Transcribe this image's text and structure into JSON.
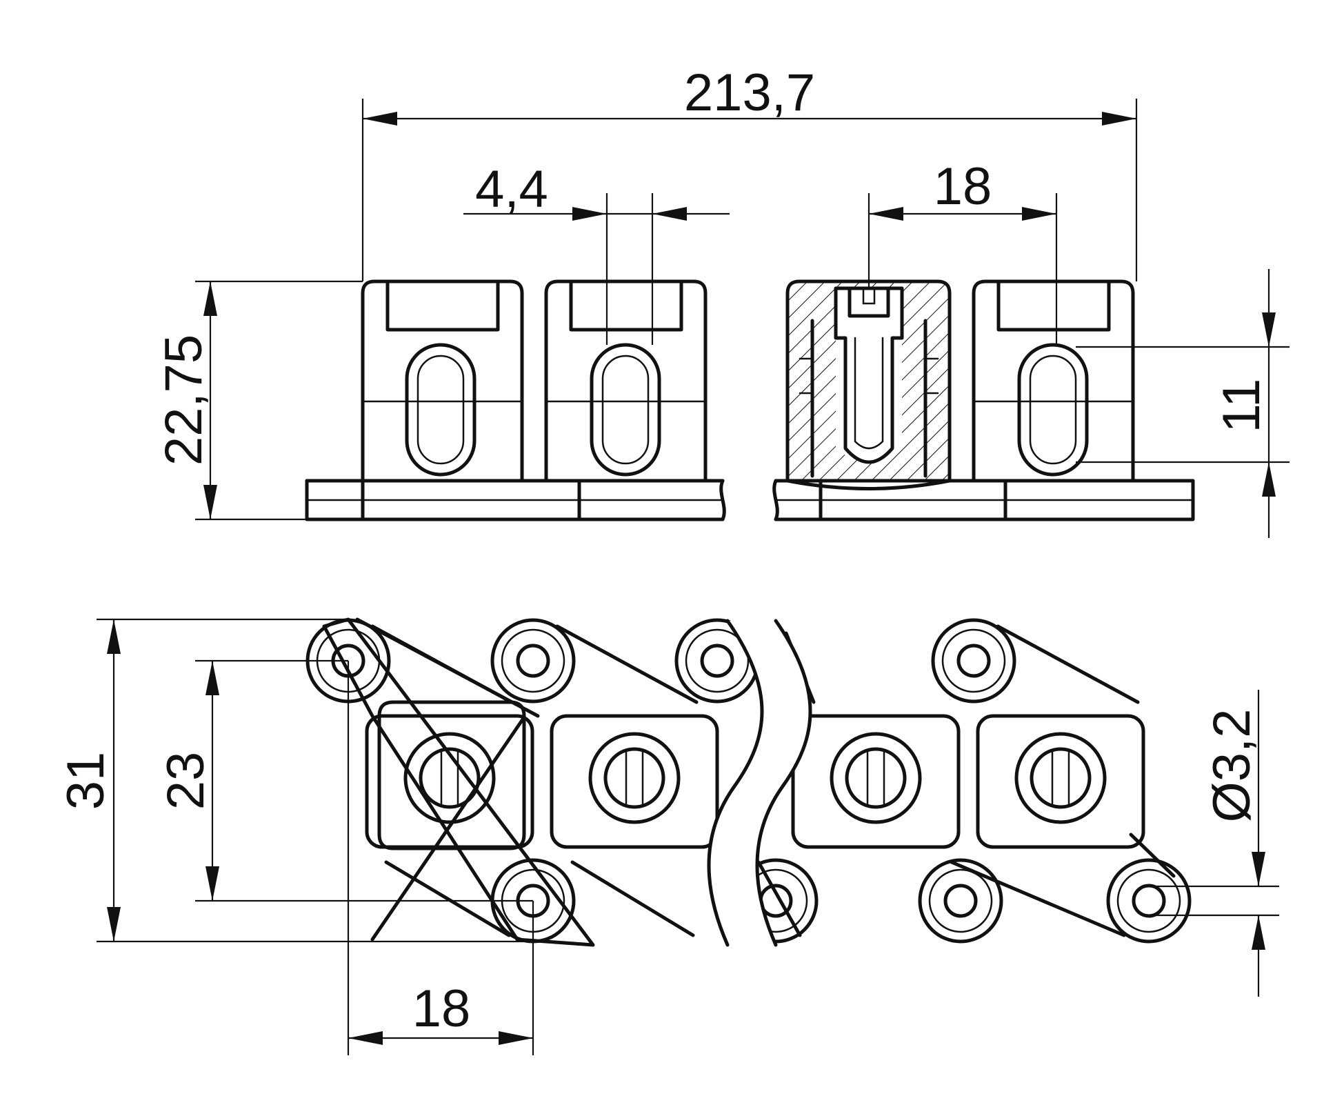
{
  "dimensions": {
    "overall_length": "213,7",
    "gap_width": "4,4",
    "pitch_top": "18",
    "height": "22,75",
    "hole_height": "11",
    "outer_width": "31",
    "inner_width": "23",
    "pitch_bottom": "18",
    "hole_diameter": "Ø3,2"
  },
  "colors": {
    "line": "#111111",
    "background": "#ffffff"
  }
}
